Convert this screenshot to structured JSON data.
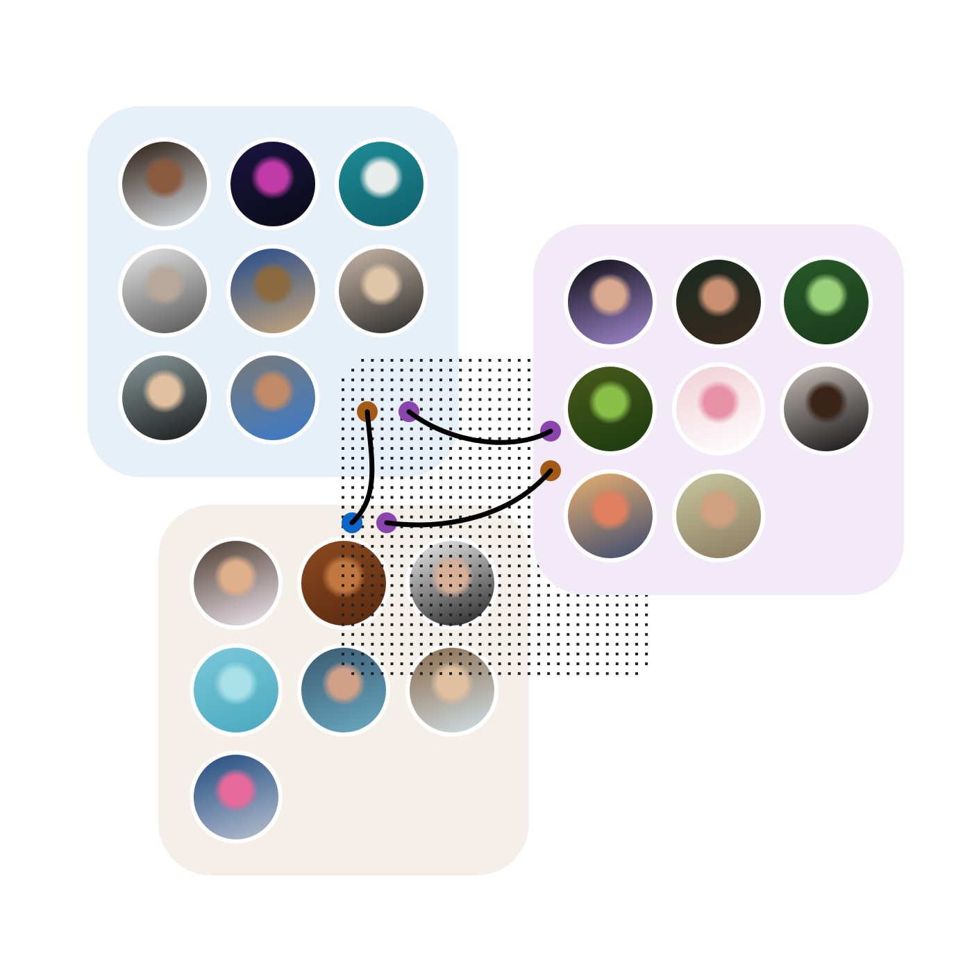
{
  "colors": {
    "panel_blue": "#e7eff9",
    "panel_purple": "#f2ebf7",
    "panel_beige": "#f5efea",
    "dot": "#222222",
    "connector_line": "#000000",
    "node_brown": "#a35a14",
    "node_purple": "#8a44ad",
    "node_blue": "#0a66c8"
  },
  "groups": [
    {
      "panel": "panel_blue",
      "avatars": [
        [
          "#2a1a12",
          "#8a5a3e",
          "#e0e6ea"
        ],
        [
          "#1a1440",
          "#c03aa8",
          "#0b0b18"
        ],
        [
          "#1f8c95",
          "#e8ecea",
          "#0e5f6b"
        ],
        [
          "#e6e6e6",
          "#b8a89a",
          "#555"
        ],
        [
          "#214a8a",
          "#8a6a3e",
          "#c9a77a"
        ],
        [
          "#c8b8a8",
          "#e0c6a8",
          "#2a2a2a"
        ],
        [
          "#8a9a9c",
          "#e0c0a0",
          "#1a1a1a"
        ],
        [
          "#7a7a78",
          "#c08a68",
          "#3a7ac8"
        ]
      ]
    },
    {
      "panel": "panel_purple",
      "avatars": [
        [
          "#0c0c12",
          "#d8a890",
          "#a28ad0"
        ],
        [
          "#1a2a20",
          "#c89070",
          "#3a2a20"
        ],
        [
          "#2a5a2a",
          "#9ad07a",
          "#1a3a1a"
        ],
        [
          "#4a5a1a",
          "#8ac04a",
          "#1a3a10"
        ],
        [
          "#f0d0d8",
          "#e890a8",
          "#fff"
        ],
        [
          "#c8c0bc",
          "#3a2418",
          "#111"
        ],
        [
          "#e8b070",
          "#e08060",
          "#3a4a70"
        ],
        [
          "#c8c8a0",
          "#d0a080",
          "#8a7a60"
        ]
      ]
    },
    {
      "panel": "panel_beige",
      "avatars": [
        [
          "#4a3a30",
          "#e0b08a",
          "#f0e8f0"
        ],
        [
          "#8a4a20",
          "#c07840",
          "#5a2a10"
        ],
        [
          "#eeeeee",
          "#d8b098",
          "#222"
        ],
        [
          "#7ac8d8",
          "#a8e0ea",
          "#4aa8c0"
        ],
        [
          "#3a5a70",
          "#d0a088",
          "#6aaac0"
        ],
        [
          "#8a6a4a",
          "#e0c0a0",
          "#d0e0e8"
        ],
        [
          "#1e4a7e",
          "#e86a9a",
          "#b8c0d0"
        ]
      ]
    }
  ]
}
